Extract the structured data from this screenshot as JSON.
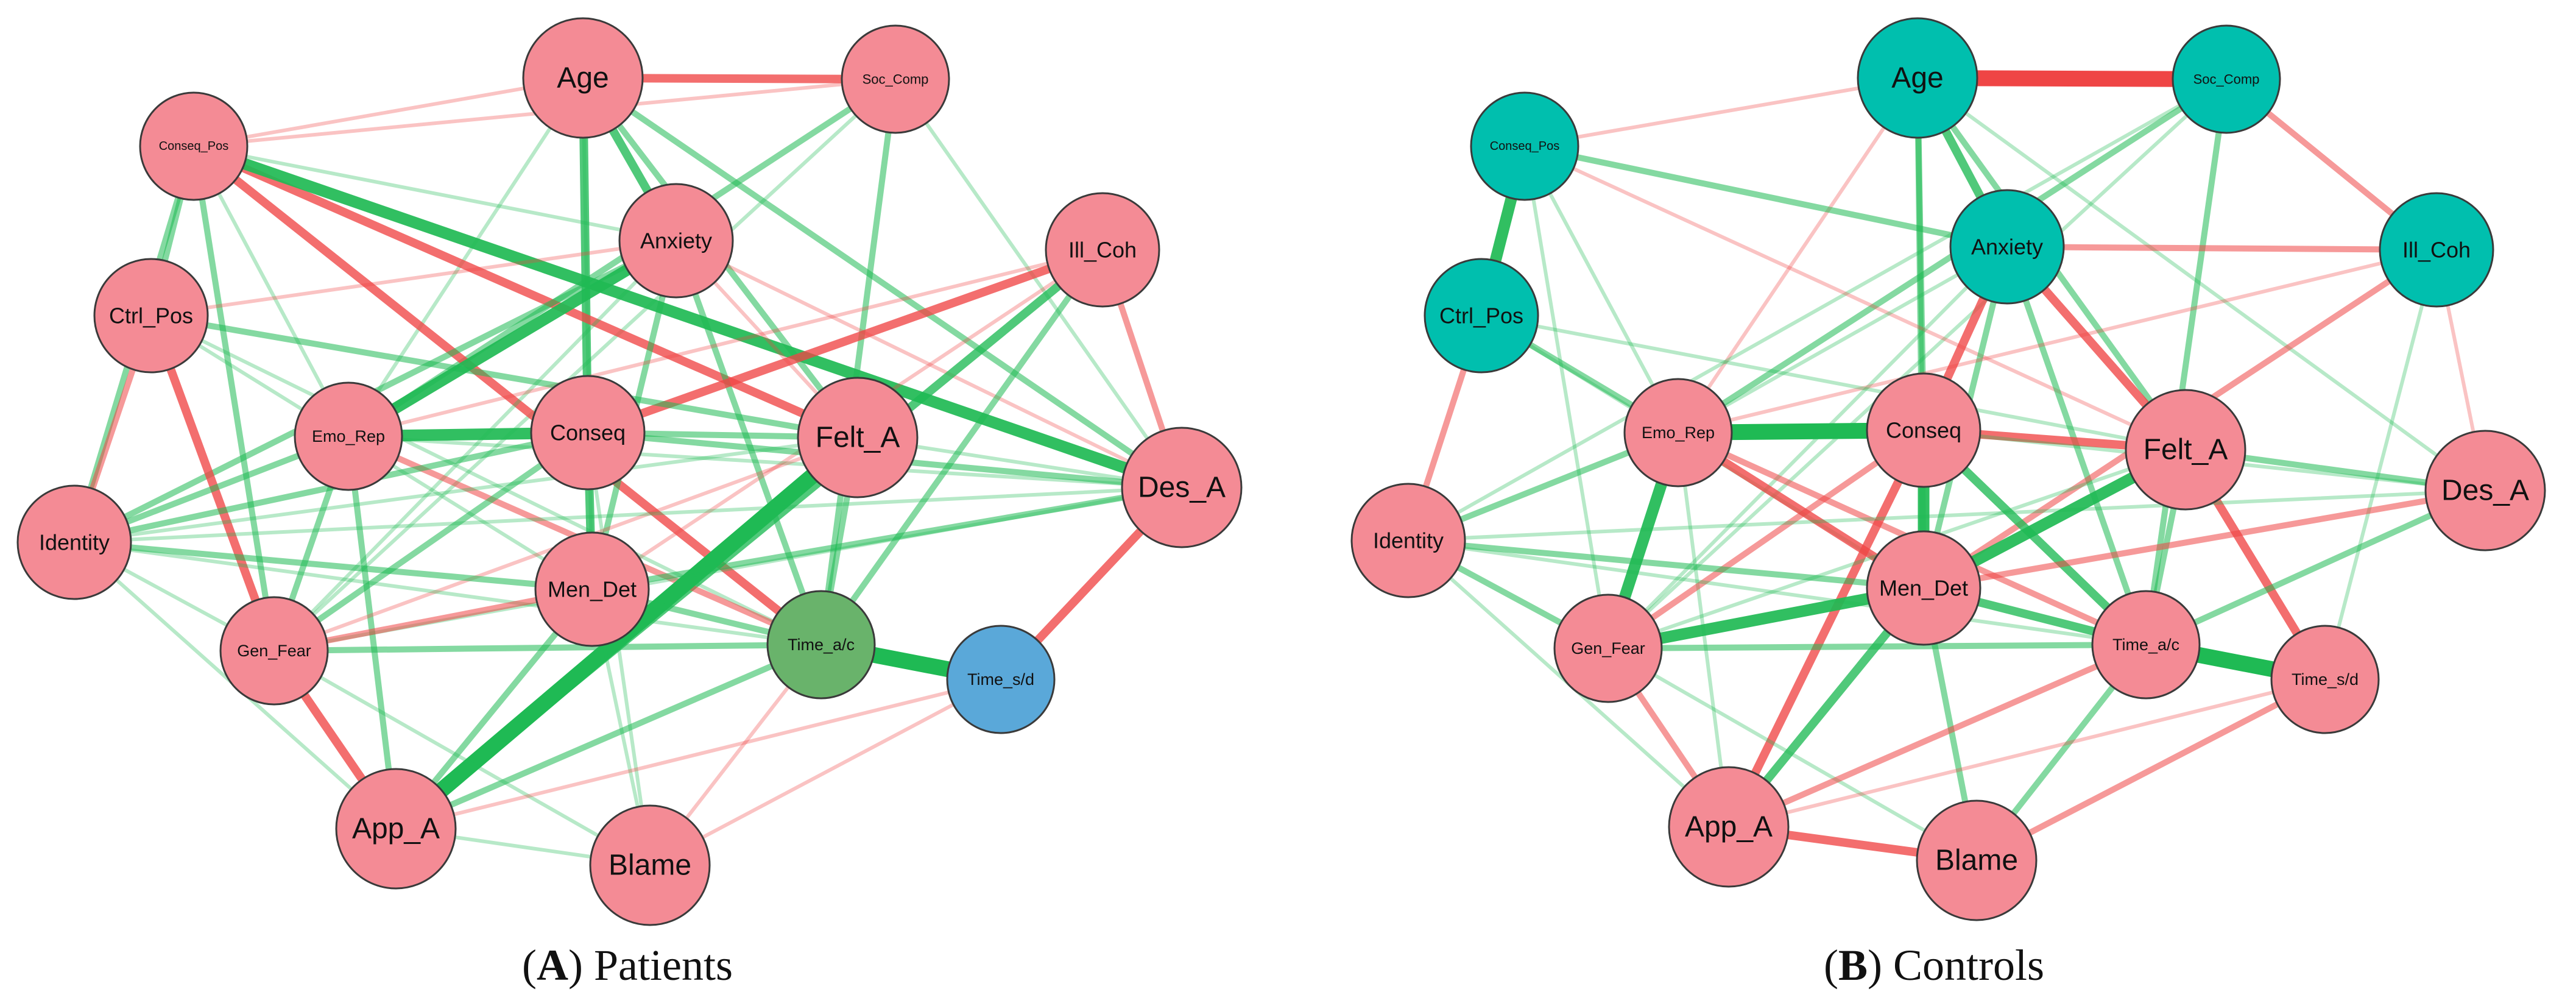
{
  "colors": {
    "node_pink": "#f48b95",
    "node_teal": "#00bfae",
    "node_green": "#69b36b",
    "node_blue": "#5aa8d9",
    "edge_positive": "#1fba54",
    "edge_negative": "#ef4545",
    "node_border": "#3a3a3a"
  },
  "panels": [
    {
      "id": "A",
      "caption": {
        "open": "(",
        "letter": "A",
        "close": ") Patients"
      },
      "nodes": [
        {
          "id": "Age",
          "label": "Age",
          "color": "pink",
          "size": "large"
        },
        {
          "id": "Soc_Comp",
          "label": "Soc_Comp",
          "color": "pink",
          "size": "small"
        },
        {
          "id": "Conseq_Pos",
          "label": "Conseq_Pos",
          "color": "pink",
          "size": "small"
        },
        {
          "id": "Anxiety",
          "label": "Anxiety",
          "color": "pink",
          "size": "medium"
        },
        {
          "id": "Ill_Coh",
          "label": "Ill_Coh",
          "color": "pink",
          "size": "medium"
        },
        {
          "id": "Ctrl_Pos",
          "label": "Ctrl_Pos",
          "color": "pink",
          "size": "medium"
        },
        {
          "id": "Emo_Rep",
          "label": "Emo_Rep",
          "color": "pink",
          "size": "small"
        },
        {
          "id": "Conseq",
          "label": "Conseq",
          "color": "pink",
          "size": "medium"
        },
        {
          "id": "Felt_A",
          "label": "Felt_A",
          "color": "pink",
          "size": "large"
        },
        {
          "id": "Des_A",
          "label": "Des_A",
          "color": "pink",
          "size": "large"
        },
        {
          "id": "Identity",
          "label": "Identity",
          "color": "pink",
          "size": "medium"
        },
        {
          "id": "Men_Det",
          "label": "Men_Det",
          "color": "pink",
          "size": "medium"
        },
        {
          "id": "Gen_Fear",
          "label": "Gen_Fear",
          "color": "pink",
          "size": "small"
        },
        {
          "id": "Time_ac",
          "label": "Time_a/c",
          "color": "green",
          "size": "small"
        },
        {
          "id": "Time_sd",
          "label": "Time_s/d",
          "color": "blue",
          "size": "small"
        },
        {
          "id": "App_A",
          "label": "App_A",
          "color": "pink",
          "size": "large"
        },
        {
          "id": "Blame",
          "label": "Blame",
          "color": "pink",
          "size": "large"
        }
      ],
      "edges": [
        [
          "Age",
          "Soc_Comp",
          "neg",
          3
        ],
        [
          "Age",
          "Conseq",
          "pos",
          3
        ],
        [
          "Age",
          "Anxiety",
          "pos",
          3
        ],
        [
          "Age",
          "Felt_A",
          "pos",
          2
        ],
        [
          "Age",
          "Des_A",
          "pos",
          2
        ],
        [
          "Age",
          "Conseq_Pos",
          "neg",
          1
        ],
        [
          "Age",
          "Emo_Rep",
          "pos",
          1
        ],
        [
          "Age",
          "Men_Det",
          "pos",
          1
        ],
        [
          "Soc_Comp",
          "Emo_Rep",
          "pos",
          2
        ],
        [
          "Soc_Comp",
          "Time_ac",
          "pos",
          2
        ],
        [
          "Soc_Comp",
          "Gen_Fear",
          "pos",
          1
        ],
        [
          "Soc_Comp",
          "Conseq_Pos",
          "neg",
          1
        ],
        [
          "Soc_Comp",
          "Des_A",
          "pos",
          1
        ],
        [
          "Conseq_Pos",
          "Felt_A",
          "neg",
          3
        ],
        [
          "Conseq_Pos",
          "Des_A",
          "pos",
          4
        ],
        [
          "Conseq_Pos",
          "Time_ac",
          "neg",
          3
        ],
        [
          "Conseq_Pos",
          "Ctrl_Pos",
          "pos",
          2
        ],
        [
          "Conseq_Pos",
          "Gen_Fear",
          "pos",
          2
        ],
        [
          "Conseq_Pos",
          "Identity",
          "pos",
          2
        ],
        [
          "Conseq_Pos",
          "Anxiety",
          "pos",
          1
        ],
        [
          "Conseq_Pos",
          "Emo_Rep",
          "pos",
          1
        ],
        [
          "Anxiety",
          "Emo_Rep",
          "pos",
          4
        ],
        [
          "Anxiety",
          "Identity",
          "pos",
          2
        ],
        [
          "Anxiety",
          "Time_ac",
          "pos",
          2
        ],
        [
          "Anxiety",
          "Men_Det",
          "pos",
          2
        ],
        [
          "Anxiety",
          "Felt_A",
          "neg",
          1
        ],
        [
          "Anxiety",
          "Des_A",
          "neg",
          1
        ],
        [
          "Anxiety",
          "Gen_Fear",
          "pos",
          1
        ],
        [
          "Ill_Coh",
          "Conseq",
          "neg",
          3
        ],
        [
          "Ill_Coh",
          "App_A",
          "pos",
          3
        ],
        [
          "Ill_Coh",
          "Des_A",
          "neg",
          2
        ],
        [
          "Ill_Coh",
          "Time_ac",
          "pos",
          2
        ],
        [
          "Ill_Coh",
          "Emo_Rep",
          "neg",
          1
        ],
        [
          "Ill_Coh",
          "Men_Det",
          "neg",
          1
        ],
        [
          "Ctrl_Pos",
          "Gen_Fear",
          "neg",
          3
        ],
        [
          "Ctrl_Pos",
          "Felt_A",
          "pos",
          2
        ],
        [
          "Ctrl_Pos",
          "Time_ac",
          "pos",
          1
        ],
        [
          "Ctrl_Pos",
          "Anxiety",
          "neg",
          1
        ],
        [
          "Ctrl_Pos",
          "Men_Det",
          "pos",
          1
        ],
        [
          "Emo_Rep",
          "Conseq",
          "pos",
          4
        ],
        [
          "Emo_Rep",
          "Identity",
          "pos",
          2
        ],
        [
          "Emo_Rep",
          "Gen_Fear",
          "pos",
          2
        ],
        [
          "Emo_Rep",
          "Time_ac",
          "neg",
          2
        ],
        [
          "Emo_Rep",
          "App_A",
          "pos",
          2
        ],
        [
          "Emo_Rep",
          "Des_A",
          "pos",
          1
        ],
        [
          "Conseq",
          "Men_Det",
          "pos",
          3
        ],
        [
          "Conseq",
          "Felt_A",
          "pos",
          2
        ],
        [
          "Conseq",
          "Identity",
          "pos",
          2
        ],
        [
          "Conseq",
          "Gen_Fear",
          "pos",
          2
        ],
        [
          "Conseq",
          "Des_A",
          "pos",
          2
        ],
        [
          "Conseq",
          "Blame",
          "pos",
          1
        ],
        [
          "Felt_A",
          "App_A",
          "pos",
          5
        ],
        [
          "Felt_A",
          "Time_ac",
          "pos",
          2
        ],
        [
          "Felt_A",
          "Identity",
          "pos",
          1
        ],
        [
          "Felt_A",
          "Gen_Fear",
          "neg",
          1
        ],
        [
          "Felt_A",
          "Des_A",
          "pos",
          1
        ],
        [
          "Des_A",
          "Time_sd",
          "neg",
          3
        ],
        [
          "Des_A",
          "Men_Det",
          "pos",
          2
        ],
        [
          "Des_A",
          "Identity",
          "pos",
          1
        ],
        [
          "Des_A",
          "Gen_Fear",
          "pos",
          1
        ],
        [
          "Identity",
          "Ctrl_Pos",
          "neg",
          2
        ],
        [
          "Identity",
          "Men_Det",
          "pos",
          2
        ],
        [
          "Identity",
          "Gen_Fear",
          "pos",
          1
        ],
        [
          "Identity",
          "Time_ac",
          "pos",
          1
        ],
        [
          "Men_Det",
          "Gen_Fear",
          "neg",
          2
        ],
        [
          "Men_Det",
          "App_A",
          "pos",
          2
        ],
        [
          "Men_Det",
          "Time_ac",
          "pos",
          2
        ],
        [
          "Men_Det",
          "Blame",
          "pos",
          1
        ],
        [
          "Gen_Fear",
          "App_A",
          "neg",
          3
        ],
        [
          "Gen_Fear",
          "Time_ac",
          "pos",
          2
        ],
        [
          "Gen_Fear",
          "Blame",
          "pos",
          1
        ],
        [
          "Time_ac",
          "Time_sd",
          "pos",
          5
        ],
        [
          "Time_ac",
          "App_A",
          "pos",
          2
        ],
        [
          "Time_ac",
          "Blame",
          "neg",
          1
        ],
        [
          "Time_sd",
          "App_A",
          "neg",
          1
        ],
        [
          "Time_sd",
          "Blame",
          "neg",
          1
        ],
        [
          "App_A",
          "Blame",
          "pos",
          1
        ],
        [
          "App_A",
          "Identity",
          "pos",
          1
        ]
      ]
    },
    {
      "id": "B",
      "caption": {
        "open": "(",
        "letter": "B",
        "close": ") Controls"
      },
      "nodes": [
        {
          "id": "Age",
          "label": "Age",
          "color": "teal",
          "size": "large"
        },
        {
          "id": "Soc_Comp",
          "label": "Soc_Comp",
          "color": "teal",
          "size": "small"
        },
        {
          "id": "Conseq_Pos",
          "label": "Conseq_Pos",
          "color": "teal",
          "size": "small"
        },
        {
          "id": "Anxiety",
          "label": "Anxiety",
          "color": "teal",
          "size": "medium"
        },
        {
          "id": "Ill_Coh",
          "label": "Ill_Coh",
          "color": "teal",
          "size": "medium"
        },
        {
          "id": "Ctrl_Pos",
          "label": "Ctrl_Pos",
          "color": "teal",
          "size": "medium"
        },
        {
          "id": "Emo_Rep",
          "label": "Emo_Rep",
          "color": "pink",
          "size": "small"
        },
        {
          "id": "Conseq",
          "label": "Conseq",
          "color": "pink",
          "size": "medium"
        },
        {
          "id": "Felt_A",
          "label": "Felt_A",
          "color": "pink",
          "size": "large"
        },
        {
          "id": "Des_A",
          "label": "Des_A",
          "color": "pink",
          "size": "large"
        },
        {
          "id": "Identity",
          "label": "Identity",
          "color": "pink",
          "size": "medium"
        },
        {
          "id": "Men_Det",
          "label": "Men_Det",
          "color": "pink",
          "size": "medium"
        },
        {
          "id": "Gen_Fear",
          "label": "Gen_Fear",
          "color": "pink",
          "size": "small"
        },
        {
          "id": "Time_ac",
          "label": "Time_a/c",
          "color": "pink",
          "size": "small"
        },
        {
          "id": "Time_sd",
          "label": "Time_s/d",
          "color": "pink",
          "size": "small"
        },
        {
          "id": "App_A",
          "label": "App_A",
          "color": "pink",
          "size": "large"
        },
        {
          "id": "Blame",
          "label": "Blame",
          "color": "pink",
          "size": "large"
        }
      ],
      "edges": [
        [
          "Age",
          "Soc_Comp",
          "neg",
          5
        ],
        [
          "Age",
          "Anxiety",
          "pos",
          3
        ],
        [
          "Age",
          "Conseq",
          "pos",
          2
        ],
        [
          "Age",
          "Felt_A",
          "pos",
          2
        ],
        [
          "Age",
          "Conseq_Pos",
          "neg",
          1
        ],
        [
          "Age",
          "Des_A",
          "pos",
          1
        ],
        [
          "Age",
          "Men_Det",
          "pos",
          2
        ],
        [
          "Age",
          "Emo_Rep",
          "neg",
          1
        ],
        [
          "Soc_Comp",
          "Emo_Rep",
          "pos",
          2
        ],
        [
          "Soc_Comp",
          "Ill_Coh",
          "neg",
          2
        ],
        [
          "Soc_Comp",
          "Time_ac",
          "pos",
          2
        ],
        [
          "Soc_Comp",
          "Identity",
          "pos",
          1
        ],
        [
          "Soc_Comp",
          "Gen_Fear",
          "pos",
          1
        ],
        [
          "Conseq_Pos",
          "Ctrl_Pos",
          "pos",
          4
        ],
        [
          "Conseq_Pos",
          "Anxiety",
          "pos",
          2
        ],
        [
          "Conseq_Pos",
          "Emo_Rep",
          "pos",
          1
        ],
        [
          "Conseq_Pos",
          "Gen_Fear",
          "pos",
          1
        ],
        [
          "Conseq_Pos",
          "Felt_A",
          "neg",
          1
        ],
        [
          "Anxiety",
          "Conseq",
          "neg",
          3
        ],
        [
          "Anxiety",
          "Felt_A",
          "neg",
          3
        ],
        [
          "Anxiety",
          "Ill_Coh",
          "neg",
          2
        ],
        [
          "Anxiety",
          "Men_Det",
          "pos",
          2
        ],
        [
          "Anxiety",
          "Time_ac",
          "pos",
          2
        ],
        [
          "Anxiety",
          "Emo_Rep",
          "pos",
          1
        ],
        [
          "Anxiety",
          "Gen_Fear",
          "pos",
          1
        ],
        [
          "Ill_Coh",
          "Men_Det",
          "neg",
          2
        ],
        [
          "Ill_Coh",
          "Des_A",
          "neg",
          1
        ],
        [
          "Ill_Coh",
          "Time_sd",
          "pos",
          1
        ],
        [
          "Ill_Coh",
          "Emo_Rep",
          "neg",
          1
        ],
        [
          "Ctrl_Pos",
          "Emo_Rep",
          "pos",
          2
        ],
        [
          "Ctrl_Pos",
          "Felt_A",
          "pos",
          1
        ],
        [
          "Ctrl_Pos",
          "Identity",
          "neg",
          2
        ],
        [
          "Ctrl_Pos",
          "Men_Det",
          "pos",
          1
        ],
        [
          "Emo_Rep",
          "Conseq",
          "pos",
          5
        ],
        [
          "Emo_Rep",
          "Gen_Fear",
          "pos",
          4
        ],
        [
          "Emo_Rep",
          "Men_Det",
          "neg",
          3
        ],
        [
          "Emo_Rep",
          "Time_ac",
          "neg",
          2
        ],
        [
          "Emo_Rep",
          "Identity",
          "pos",
          2
        ],
        [
          "Emo_Rep",
          "App_A",
          "pos",
          1
        ],
        [
          "Conseq",
          "Felt_A",
          "neg",
          3
        ],
        [
          "Conseq",
          "Men_Det",
          "pos",
          4
        ],
        [
          "Conseq",
          "Time_ac",
          "pos",
          3
        ],
        [
          "Conseq",
          "App_A",
          "neg",
          3
        ],
        [
          "Conseq",
          "Gen_Fear",
          "neg",
          2
        ],
        [
          "Conseq",
          "Des_A",
          "pos",
          1
        ],
        [
          "Felt_A",
          "Men_Det",
          "pos",
          4
        ],
        [
          "Felt_A",
          "Time_sd",
          "neg",
          3
        ],
        [
          "Felt_A",
          "Time_ac",
          "pos",
          2
        ],
        [
          "Felt_A",
          "Des_A",
          "pos",
          2
        ],
        [
          "Felt_A",
          "Gen_Fear",
          "pos",
          1
        ],
        [
          "Des_A",
          "Time_ac",
          "pos",
          2
        ],
        [
          "Des_A",
          "Men_Det",
          "neg",
          2
        ],
        [
          "Des_A",
          "Identity",
          "pos",
          1
        ],
        [
          "Identity",
          "Men_Det",
          "pos",
          2
        ],
        [
          "Identity",
          "Gen_Fear",
          "pos",
          2
        ],
        [
          "Identity",
          "Time_ac",
          "pos",
          1
        ],
        [
          "Men_Det",
          "Gen_Fear",
          "pos",
          4
        ],
        [
          "Men_Det",
          "App_A",
          "pos",
          3
        ],
        [
          "Men_Det",
          "Time_ac",
          "pos",
          3
        ],
        [
          "Men_Det",
          "Blame",
          "pos",
          2
        ],
        [
          "Gen_Fear",
          "App_A",
          "neg",
          2
        ],
        [
          "Gen_Fear",
          "Blame",
          "pos",
          1
        ],
        [
          "Gen_Fear",
          "Time_ac",
          "pos",
          2
        ],
        [
          "Time_ac",
          "Time_sd",
          "pos",
          5
        ],
        [
          "Time_ac",
          "Blame",
          "pos",
          2
        ],
        [
          "Time_ac",
          "App_A",
          "neg",
          2
        ],
        [
          "Time_sd",
          "Blame",
          "neg",
          2
        ],
        [
          "Time_sd",
          "App_A",
          "neg",
          1
        ],
        [
          "App_A",
          "Blame",
          "neg",
          3
        ],
        [
          "App_A",
          "Identity",
          "pos",
          1
        ]
      ]
    }
  ]
}
